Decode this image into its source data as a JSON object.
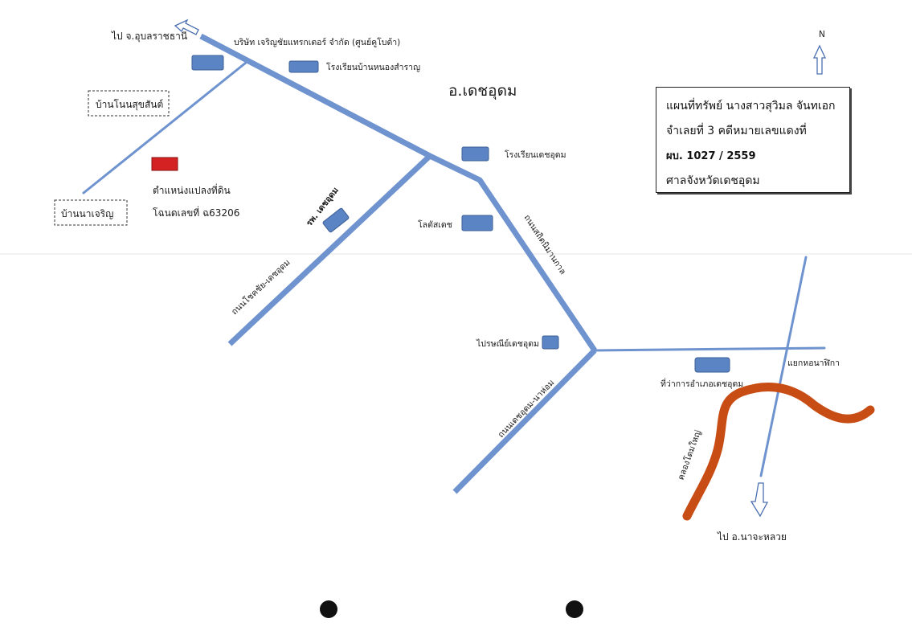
{
  "map": {
    "district_title": "อ.เดชอุดม",
    "north_label": "N",
    "to_ubon_label": "ไป จ.อุบลราชธานี",
    "to_najaluai_label": "ไป อ.นาจะหลวย",
    "village_nonsuk": "บ้านโนนสุขสันต์",
    "village_nacharoen": "บ้านนาเจริญ",
    "land_location_label": "ตำแหน่งแปลงที่ดิน",
    "deed_label": "โฉนดเลขที่ ฉ63206",
    "landmarks": {
      "tractor_company": "บริษัท เจริญชัยแทรกเตอร์ จำกัด (ศูนย์คูโบต้า)",
      "school_nongsamran": "โรงเรียนบ้านหนองสำราญ",
      "school_dejudom": "โรงเรียนเดชอุดม",
      "hospital": "รพ. เดชอุดม",
      "lotus": "โลตัสเดช",
      "post_office": "ไปรษณีย์เดชอุดม",
      "district_office": "ที่ว่าการอำเภอเดชอุดม",
      "intersection_nongnaphika": "แยกหอนาฬิกา"
    },
    "roads": {
      "road_wolsa": "ถนนโชคชัย-เดชอุดม",
      "road_sathit": "ถนนสถิตนิมานกาล",
      "road_najaluai": "ถนนเดชอุดม-นาห่อม"
    },
    "canal_label": "คลองโดมใหญ่",
    "colors": {
      "road": "#6f93cf",
      "building": "#5b84c4",
      "land_parcel": "#d42121",
      "canal": "#c84d15"
    }
  },
  "legend": {
    "line1": "แผนที่ทรัพย์ นางสาวสุวิมล จันทเอก",
    "line2": "จำเลยที่ 3 คดีหมายเลขแดงที่",
    "line3": "ผบ. 1027 / 2559",
    "line4": "ศาลจังหวัดเดชอุดม"
  }
}
